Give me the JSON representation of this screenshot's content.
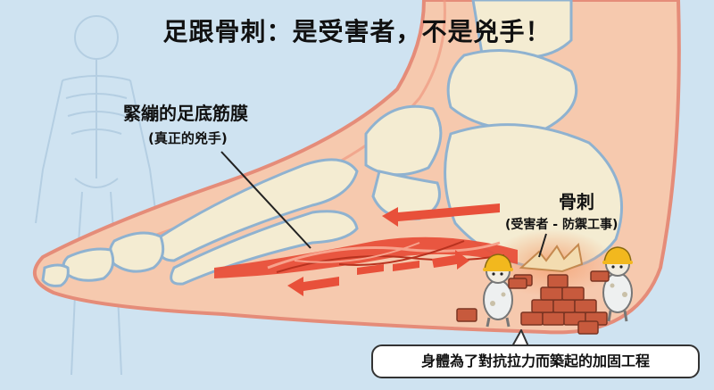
{
  "title": "足跟骨刺：是受害者，不是兇手！",
  "labels": {
    "fascia": {
      "title": "緊繃的足底筋膜",
      "subtitle": "(真正的兇手)"
    },
    "spur": {
      "title": "骨刺",
      "subtitle": "(受害者 - 防禦工事)"
    }
  },
  "caption": "身體為了對抗拉力而築起的加固工程",
  "icons": [
    "skeleton-silhouette",
    "hard-hat-worker",
    "brick-wall",
    "tension-arrow"
  ],
  "colors": {
    "background": "#cfe3f1",
    "skin": "#f6c9ae",
    "bone": "#f4ecd2",
    "bone_outline": "#8fb2d0",
    "fascia": "#e8503a",
    "arrow": "#e8503a",
    "brick": "#c75a3d",
    "helmet": "#f2b81e"
  }
}
